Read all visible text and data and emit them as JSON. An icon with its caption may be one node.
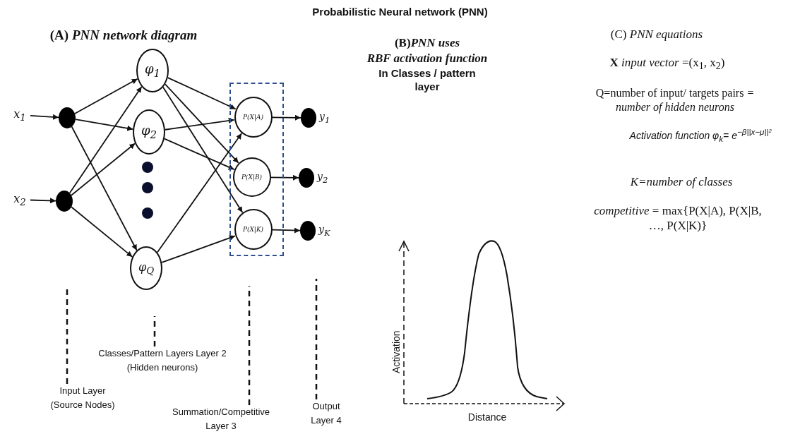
{
  "diagram": {
    "title": "Probabilistic Neural network (PNN)",
    "nodes": [
      {
        "text": [
          "x$_{1}$"
        ]
      },
      {
        "text": [
          "x$_{2}$"
        ]
      },
      {
        "text": [],
        "shape": "circle"
      },
      {
        "text": [],
        "shape": "circle"
      },
      {
        "text": [
          "φ$_{1}$"
        ]
      },
      {
        "text": [
          "φ$_{2}$"
        ]
      },
      {
        "text": [],
        "shape": "circle"
      },
      {
        "text": [],
        "shape": "circle"
      },
      {
        "text": [],
        "shape": "circle"
      },
      {
        "text": [
          "φ$_{Q}$"
        ]
      },
      {
        "text": [],
        "shape": "box"
      },
      {
        "text": [
          "P(X|A)"
        ],
        "in": 10
      },
      {
        "text": [
          "P(X|B)"
        ],
        "in": 10
      },
      {
        "text": [
          "P(X|K)"
        ],
        "in": 10
      },
      {
        "text": [],
        "shape": "circle",
        "beside": [
          "y$_{1}$"
        ]
      },
      {
        "text": [],
        "shape": "circle",
        "beside": [
          "y$_{2}$"
        ]
      },
      {
        "text": [],
        "shape": "circle",
        "beside": [
          "y$_{K}$"
        ]
      },
      {
        "text": [
          "Input Layer (Source Nodes)"
        ]
      },
      {
        "text": [
          "Classes/Pattern Layers Layer 2 (Hidden neurons)"
        ]
      },
      {
        "text": [
          "Summation/Competitive Layer 3"
        ]
      },
      {
        "text": [
          "Output Layer 4"
        ]
      }
    ],
    "edges": [
      {
        "from": 0,
        "to": 2,
        "arrow": "to"
      },
      {
        "from": 1,
        "to": 3,
        "arrow": "to"
      },
      {
        "from": 2,
        "to": 4,
        "arrow": "to"
      },
      {
        "from": 2,
        "to": 5,
        "arrow": "to"
      },
      {
        "from": 2,
        "to": 9,
        "arrow": "to"
      },
      {
        "from": 3,
        "to": 4,
        "arrow": "to"
      },
      {
        "from": 3,
        "to": 5,
        "arrow": "to"
      },
      {
        "from": 3,
        "to": 9,
        "arrow": "to"
      },
      {
        "from": 4,
        "to": 11,
        "arrow": "to"
      },
      {
        "from": 4,
        "to": 12,
        "arrow": "to"
      },
      {
        "from": 4,
        "to": 13,
        "arrow": "to"
      },
      {
        "from": 5,
        "to": 11,
        "arrow": "to"
      },
      {
        "from": 5,
        "to": 12,
        "arrow": "to"
      },
      {
        "from": 9,
        "to": 11,
        "arrow": "to"
      },
      {
        "from": 9,
        "to": 13,
        "arrow": "to"
      },
      {
        "from": 11,
        "to": 14,
        "arrow": "to"
      },
      {
        "from": 12,
        "to": 15,
        "arrow": "to"
      },
      {
        "from": 13,
        "to": 16,
        "arrow": "to"
      },
      {
        "from": 17,
        "to": null,
        "arrow": "none",
        "style": "dashed"
      },
      {
        "from": 18,
        "to": null,
        "arrow": "none",
        "style": "dashed"
      },
      {
        "from": 19,
        "to": null,
        "arrow": "none",
        "style": "dashed"
      },
      {
        "from": 20,
        "to": null,
        "arrow": "none",
        "style": "dashed"
      }
    ],
    "labels": [
      "(A) *PNN  network diagram*",
      "(B)*PNN uses*",
      "*RBF activation function*",
      "In Classes / pattern layer",
      "(C) *PNN equations*",
      "**X** *input vector* =(x$_{1}$, x$_{2}$)",
      "Q=number of input/ targets pairs *= number of hidden neurons*",
      "Activation function   φ$_{k}$= e$^{−β||x−μ||²}$",
      "K=number of classes",
      "*competitive* = max{P(X|A), P(X|B, …, P(X|K)}",
      "Activation",
      "Distance"
    ]
  }
}
